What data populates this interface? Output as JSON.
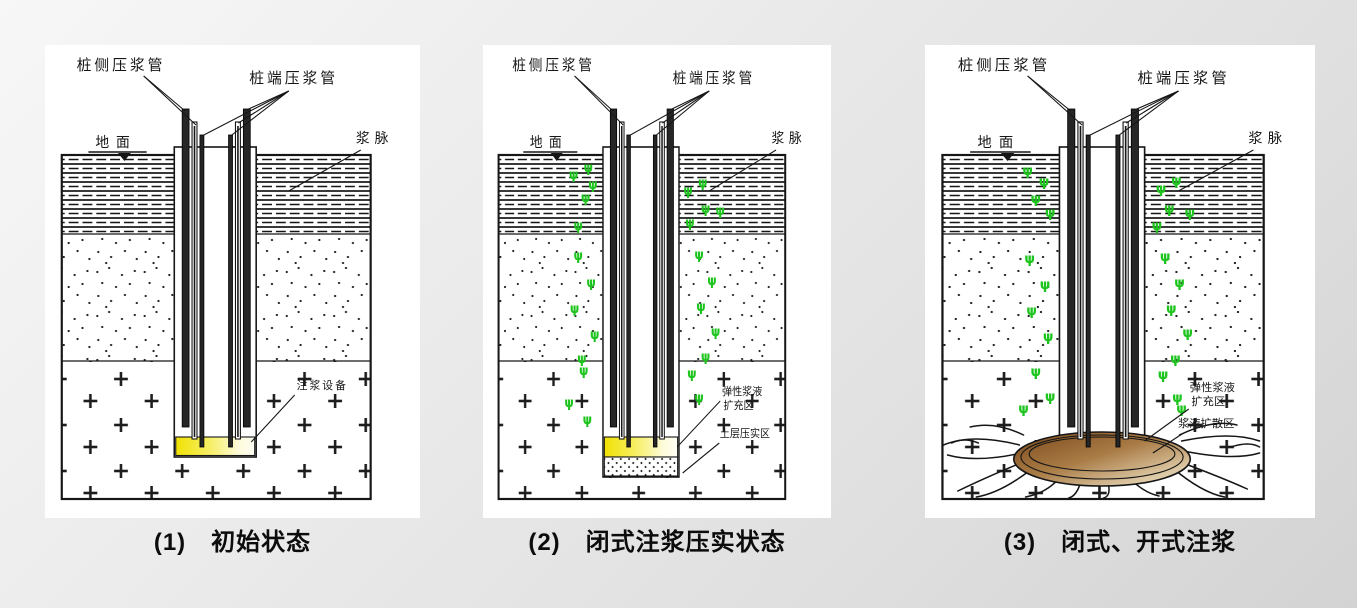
{
  "colors": {
    "ink": "#161616",
    "sprout_green": "#1ec41e",
    "grout_yellow": "#f0e103",
    "grout_yellow_pale": "#fffef5",
    "bulb_dark": "#7a4a1c",
    "bulb_light": "#ecdfc4",
    "panel_bg": "#ffffff"
  },
  "shared_labels": {
    "side_pipe": "桩侧压浆管",
    "end_pipe": "桩端压浆管",
    "ground": "地面",
    "grout_vein": "浆脉"
  },
  "panels": [
    {
      "id": "initial",
      "caption": "(1)　初始状态",
      "labels": {
        "grout_device": "注浆设备"
      },
      "sprouts": []
    },
    {
      "id": "compacted",
      "caption": "(2)　闭式注浆压实状态",
      "labels": {
        "elastic_zone": [
          "弹性浆液",
          "扩充区"
        ],
        "soil_compacted_zone": "土层压实区"
      },
      "sprouts": [
        [
          99,
          134
        ],
        [
          115,
          127
        ],
        [
          120,
          144
        ],
        [
          112,
          157
        ],
        [
          104,
          185
        ],
        [
          224,
          150
        ],
        [
          240,
          142
        ],
        [
          243,
          168
        ],
        [
          259,
          170
        ],
        [
          226,
          182
        ],
        [
          104,
          215
        ],
        [
          118,
          242
        ],
        [
          100,
          268
        ],
        [
          122,
          294
        ],
        [
          108,
          318
        ],
        [
          236,
          214
        ],
        [
          250,
          240
        ],
        [
          238,
          266
        ],
        [
          254,
          291
        ],
        [
          243,
          316
        ],
        [
          110,
          330
        ],
        [
          94,
          362
        ],
        [
          114,
          379
        ],
        [
          228,
          333
        ],
        [
          236,
          357
        ]
      ]
    },
    {
      "id": "diffused",
      "caption": "(3)　闭式、开式注浆",
      "labels": {
        "elastic_zone": [
          "弹性浆液",
          "扩充区"
        ],
        "grout_diffusion_zone": "浆液扩散区"
      },
      "sprouts": [
        [
          100,
          130
        ],
        [
          116,
          141
        ],
        [
          108,
          158
        ],
        [
          122,
          172
        ],
        [
          230,
          148
        ],
        [
          245,
          140
        ],
        [
          238,
          168
        ],
        [
          258,
          172
        ],
        [
          226,
          185
        ],
        [
          102,
          218
        ],
        [
          117,
          244
        ],
        [
          104,
          270
        ],
        [
          120,
          296
        ],
        [
          234,
          216
        ],
        [
          248,
          242
        ],
        [
          240,
          268
        ],
        [
          256,
          292
        ],
        [
          244,
          318
        ],
        [
          108,
          331
        ],
        [
          122,
          356
        ],
        [
          232,
          334
        ],
        [
          246,
          357
        ],
        [
          96,
          368
        ],
        [
          250,
          368
        ]
      ]
    }
  ]
}
